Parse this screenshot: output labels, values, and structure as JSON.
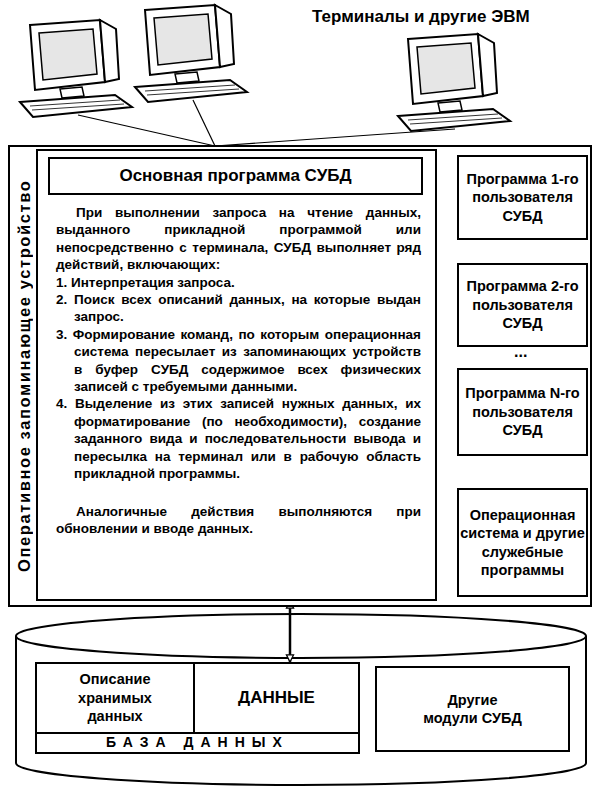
{
  "diagram": {
    "nodes": [
      {
        "text": [
          "Оперативное запоминающее устройство"
        ]
      },
      {
        "text": [
          "Основная программа СУБД",
          "При выполнении запроса на чтение данных, выданного прикладной программой или непосредственно с терминала, СУБД выполняет ряд действий, включающих:",
          "1. Интерпретация запроса.",
          "2. Поиск всех описаний данных, на которые выдан запрос.",
          "3. Формирование команд, по которым операционная система пересылает из запоминающих устройств в буфер СУБД содержимое всех физических записей с требуемыми данными.",
          "4. Выделение из этих записей нужных данных, их форматирование (по необходимости), создание заданного вида и последовательности вывода и пересылка на терминал или в рабочую область прикладной программы.",
          "Аналогичные действия выполняются при обновлении и вводе данных."
        ],
        "in": 0
      },
      {
        "text": [
          "Программа 1-го пользователя СУБД"
        ],
        "in": 0
      },
      {
        "text": [
          "Программа 2-го пользователя СУБД"
        ],
        "in": 0
      },
      {
        "text": [
          "Программа N-го пользователя СУБД"
        ],
        "in": 0
      },
      {
        "text": [
          "Операционная система и другие служебные программы"
        ],
        "in": 0
      },
      {
        "text": [
          "БАЗА ДАННЫХ"
        ]
      },
      {
        "text": [
          "Описание хранимых данных"
        ],
        "in": 6
      },
      {
        "text": [
          "ДАННЫЕ"
        ],
        "in": 6
      },
      {
        "text": [
          "Другие модули СУБД"
        ]
      }
    ],
    "edges": [
      {
        "from": 1,
        "to": 2,
        "arrow": "both"
      },
      {
        "from": 1,
        "to": 3,
        "arrow": "both"
      },
      {
        "from": 1,
        "to": 4,
        "arrow": "both"
      },
      {
        "from": 1,
        "to": 5,
        "arrow": "both"
      },
      {
        "from": 1,
        "to": 6,
        "arrow": "both"
      }
    ],
    "labels": [
      "Терминалы и другие ЭВМ",
      "..."
    ]
  }
}
